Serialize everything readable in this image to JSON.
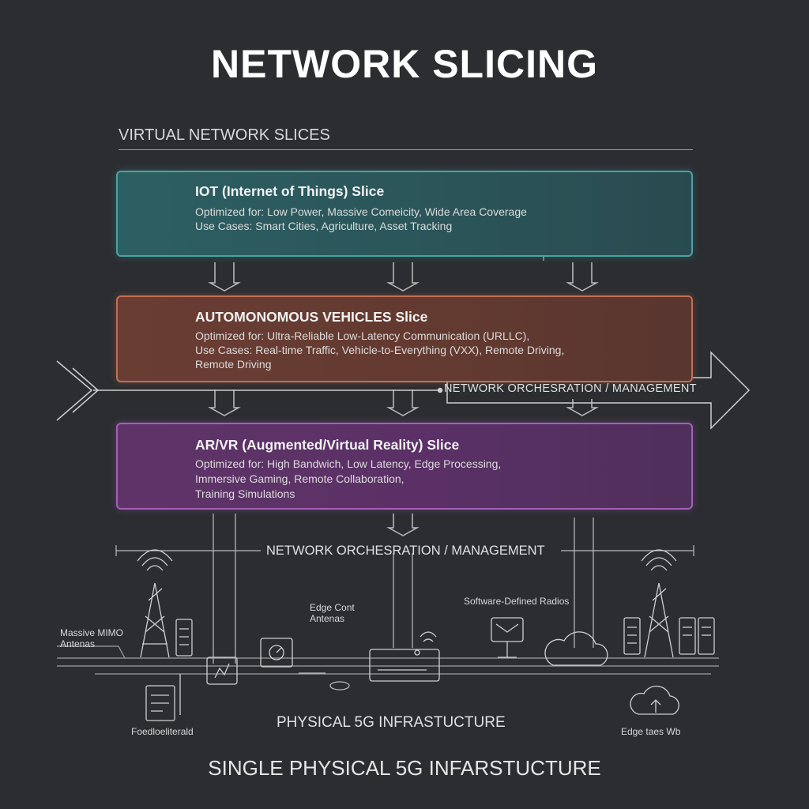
{
  "title": "NETWORK SLICING",
  "virtual_label": "VIRTUAL NETWORK SLICES",
  "slices": [
    {
      "title": "IOT (Internet of Things) Slice",
      "lines": [
        "Optimized for: Low Power, Massive Comeicity, Wide Area Coverage",
        "Use Cases: Smart Cities, Agriculture, Asset Tracking"
      ],
      "color": "#4aa3a1"
    },
    {
      "title": "AUTOMONOMOUS VEHICLES Slice",
      "lines": [
        "Optimized for: Ultra-Reliable Low-Latency Communication (URLLC),",
        "Use Cases: Real-time Traffic, Vehicle-to-Everything (VXX), Remote Driving,",
        "Remote Driving"
      ],
      "color": "#c26f55"
    },
    {
      "title": "AR/VR (Augmented/Virtual Reality) Slice",
      "lines": [
        "Optimized for: High Bandwich, Low Latency, Edge Processing,",
        "Immersive Gaming, Remote Collaboration,",
        "Training Simulations"
      ],
      "color": "#a65fb9"
    }
  ],
  "orchestration_band_label": "NETWORK ORCHESRATION / MANAGEMENT",
  "orchestration_label": "NETWORK ORCHESRATION / MANAGEMENT",
  "infra_labels": {
    "massive_mimo": [
      "Massive MIMO",
      "Antenas"
    ],
    "edge_cont": [
      "Edge Cont",
      "Antenas"
    ],
    "sdr": "Software-Defined Radios",
    "fiber": "Foedloeliterald",
    "edge_web": "Edge taes Wb"
  },
  "physical_label": "PHYSICAL 5G INFRASTUCTURE",
  "footer": "SINGLE PHYSICAL 5G INFARSTUCTURE"
}
